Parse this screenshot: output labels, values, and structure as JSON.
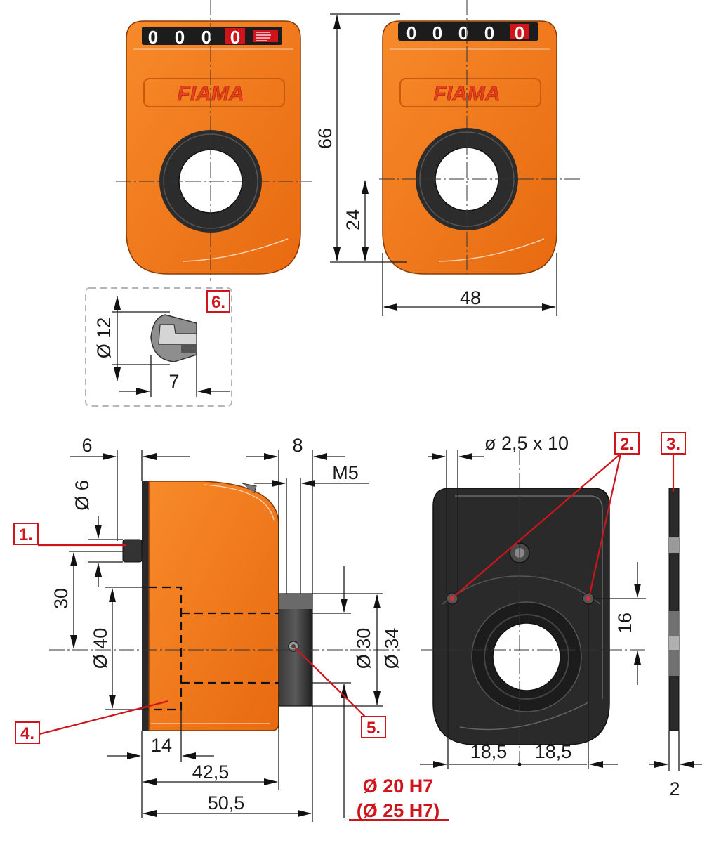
{
  "brand": {
    "name": "FIAMA",
    "colors": {
      "housing": "#f07a1c",
      "housing_dark": "#c95a0c",
      "black": "#2a2a2a",
      "accent_red": "#d0141c"
    }
  },
  "counters": {
    "left": [
      "0",
      "0",
      "0",
      "0"
    ],
    "right": [
      "0",
      "0",
      "0",
      "0",
      "0"
    ]
  },
  "dimensions": {
    "height": "66",
    "hole_center": "24",
    "width": "48",
    "knob_dia": "Ø 12",
    "knob_len": "7",
    "pin_offset": "6",
    "pin_dia": "Ø 6",
    "pin_height": "30",
    "body_dia": "Ø 40",
    "hub_width": "8",
    "thread": "M5",
    "shaft_dia_30": "Ø 30",
    "shaft_dia_34": "Ø 34",
    "depth_14": "14",
    "depth_42": "42,5",
    "depth_50": "50,5",
    "bore_main": "Ø 20 H7",
    "bore_alt": "(Ø 25 H7)",
    "hole_spec": "ø 2,5 x 10",
    "hole_spacing": "16",
    "half_left": "18,5",
    "half_right": "18,5",
    "plate_thickness": "2"
  },
  "callouts": [
    "1.",
    "2.",
    "3.",
    "4.",
    "5.",
    "6."
  ]
}
